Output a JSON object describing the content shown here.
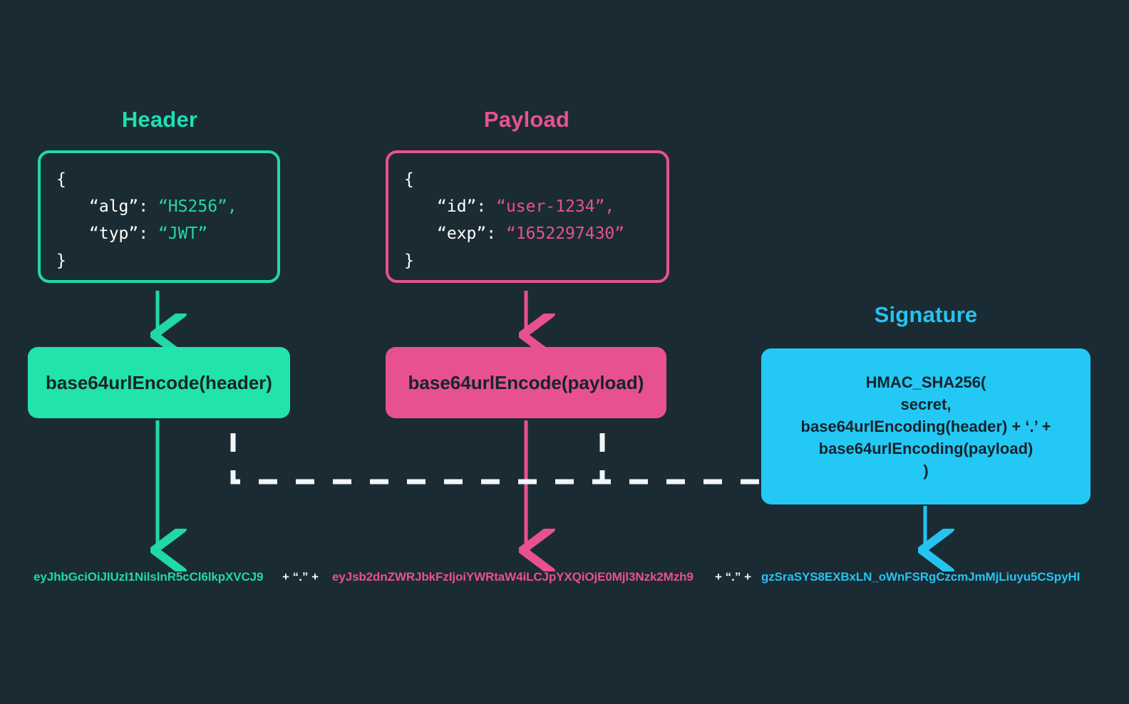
{
  "theme": {
    "background": "#1b2b33",
    "green": "#20d9a6",
    "green_solid": "#22e3ab",
    "pink": "#e8518f",
    "blue": "#25c3f0",
    "blue_solid": "#24c8f5",
    "dark_text": "#16242b",
    "white": "#ffffff"
  },
  "columns": {
    "header": {
      "title": "Header",
      "json": {
        "open_brace": "{",
        "lines": [
          {
            "key": "“alg”:",
            "value": "“HS256”,"
          },
          {
            "key": "“typ”:",
            "value": "“JWT”"
          }
        ],
        "close_brace": "}"
      },
      "encode_label": "base64urlEncode(header)",
      "token": "eyJhbGciOiJIUzI1NilslnR5cCl6lkpXVCJ9"
    },
    "payload": {
      "title": "Payload",
      "json": {
        "open_brace": "{",
        "lines": [
          {
            "key": "“id”:",
            "value": "“user-1234”,"
          },
          {
            "key": "“exp”:",
            "value": "“1652297430”"
          }
        ],
        "close_brace": "}"
      },
      "encode_label": "base64urlEncode(payload)",
      "token": "eyJsb2dnZWRJbkFzIjoiYWRtaW4iLCJpYXQiOjE0Mjl3Nzk2Mzh9"
    },
    "signature": {
      "title": "Signature",
      "formula_lines": [
        "HMAC_SHA256(",
        "secret,",
        "base64urlEncoding(header) + ‘.’ +",
        "base64urlEncoding(payload)",
        ")"
      ],
      "token": "gzSraSYS8EXBxLN_oWnFSRgCzcmJmMjLiuyu5CSpyHI"
    }
  },
  "joiners": {
    "first": "+ “.” +",
    "second": "+ “.” +"
  },
  "connectors": {
    "header_arrow": "down-arrow-green",
    "payload_arrow": "down-arrow-pink",
    "signature_arrow": "down-arrow-blue",
    "dashed_line": "dashed-connector-white"
  }
}
